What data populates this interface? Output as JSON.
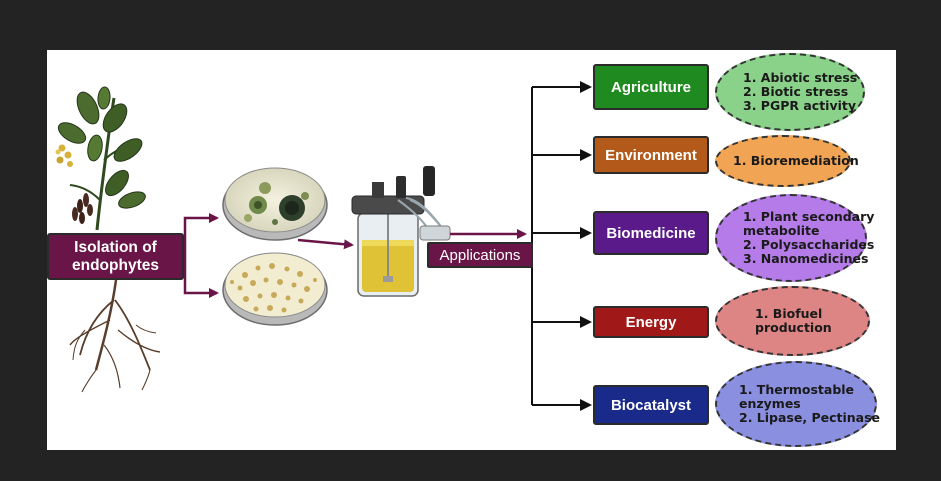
{
  "source": {
    "label": "Isolation of\nendophytes",
    "color": "#6a1548"
  },
  "hub": {
    "label": "Applications",
    "color": "#6a1548"
  },
  "applications": [
    {
      "name": "Agriculture",
      "color": "#1f8a1f",
      "oval_color": "#8ad28a",
      "items": [
        "1. Abiotic stress",
        "2. Biotic stress",
        "3. PGPR activity"
      ]
    },
    {
      "name": "Environment",
      "color": "#b35a1a",
      "oval_color": "#f2a455",
      "items": [
        "1. Bioremediation"
      ]
    },
    {
      "name": "Biomedicine",
      "color": "#5a1a8a",
      "oval_color": "#b57be8",
      "items": [
        "1. Plant secondary",
        "metabolite",
        "2. Polysaccharides",
        "3. Nanomedicines"
      ]
    },
    {
      "name": "Energy",
      "color": "#a01818",
      "oval_color": "#dd8484",
      "items": [
        "1. Biofuel",
        "production"
      ]
    },
    {
      "name": "Biocatalyst",
      "color": "#1a2a8a",
      "oval_color": "#8a8fe0",
      "items": [
        "1. Thermostable",
        "enzymes",
        "2. Lipase, Pectinase"
      ]
    }
  ],
  "colors": {
    "flow_arrow": "#6a1548",
    "branch_line": "#111111"
  },
  "icons": [
    "plant-illustration",
    "petri-dish-icon",
    "bioreactor-icon"
  ]
}
